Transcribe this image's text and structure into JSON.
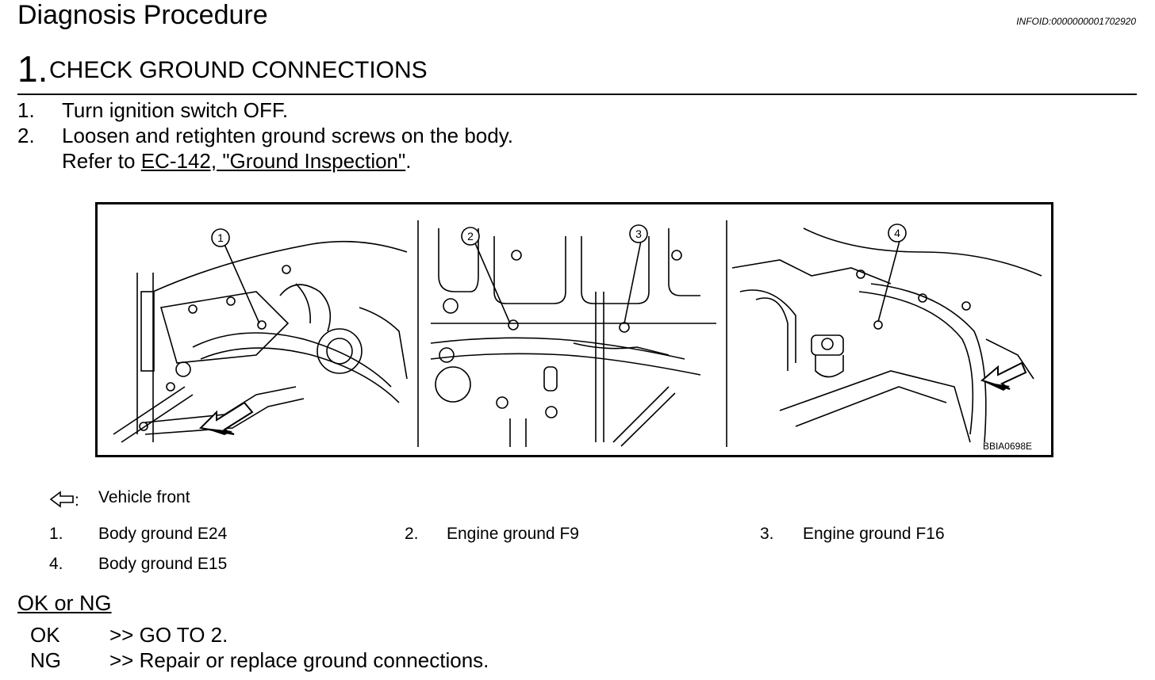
{
  "header": {
    "title": "Diagnosis Procedure",
    "infoid": "INFOID:0000000001702920"
  },
  "step": {
    "number": "1.",
    "title": "CHECK GROUND CONNECTIONS"
  },
  "instructions": [
    {
      "num": "1.",
      "text": "Turn ignition switch OFF."
    },
    {
      "num": "2.",
      "text": "Loosen and retighten ground screws on the body."
    }
  ],
  "reference": {
    "prefix": "Refer to ",
    "link_text": "EC-142, \"Ground Inspection\"",
    "suffix": "."
  },
  "figure": {
    "callouts": [
      "1",
      "2",
      "3",
      "4"
    ],
    "figure_id": "BBIA0698E"
  },
  "legend": {
    "arrow_icon": "left-arrow-icon",
    "arrow_suffix": ":",
    "arrow_label": "Vehicle front",
    "items": [
      {
        "num": "1.",
        "label": "Body ground E24"
      },
      {
        "num": "2.",
        "label": "Engine ground F9"
      },
      {
        "num": "3.",
        "label": "Engine ground F16"
      },
      {
        "num": "4.",
        "label": "Body ground E15"
      }
    ]
  },
  "result": {
    "heading": "OK or NG",
    "rows": [
      {
        "status": "OK",
        "action": ">> GO TO 2."
      },
      {
        "status": "NG",
        "action": ">> Repair or replace ground connections."
      }
    ]
  }
}
